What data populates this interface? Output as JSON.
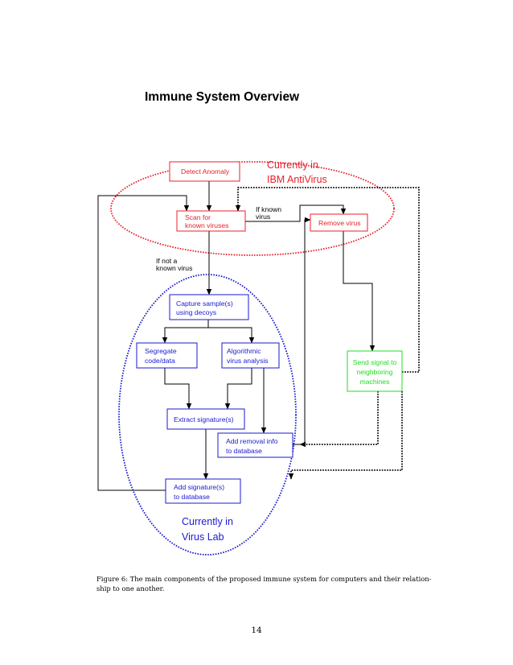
{
  "title": "Immune System Overview",
  "regions": {
    "antivirus_line1": "Currently in",
    "antivirus_line2": "IBM AntiVirus",
    "lab_line1": "Currently in",
    "lab_line2": "Virus Lab"
  },
  "nodes": {
    "detect": "Detect Anomaly",
    "scan_1": "Scan for",
    "scan_2": "known viruses",
    "remove": "Remove virus",
    "capture_1": "Capture sample(s)",
    "capture_2": "using decoys",
    "segregate_1": "Segregate",
    "segregate_2": "code/data",
    "algorithmic_1": "Algorithmic",
    "algorithmic_2": "virus analysis",
    "extract": "Extract signature(s)",
    "removal_info_1": "Add removal info",
    "removal_info_2": "to database",
    "add_sig_1": "Add signature(s)",
    "add_sig_2": "to database",
    "send_1": "Send signal to",
    "send_2": "neighboring",
    "send_3": "machines"
  },
  "edge_labels": {
    "known_1": "If known",
    "known_2": "virus",
    "notknown_1": "If not a",
    "notknown_2": "known virus"
  },
  "caption_line1": "Figure 6: The main components of the proposed immune system for computers and their relation-",
  "caption_line2": "ship to one another.",
  "page_number": "14",
  "colors": {
    "antivirus": "#e8202a",
    "lab": "#1a1ad0",
    "network": "#22dd22"
  }
}
